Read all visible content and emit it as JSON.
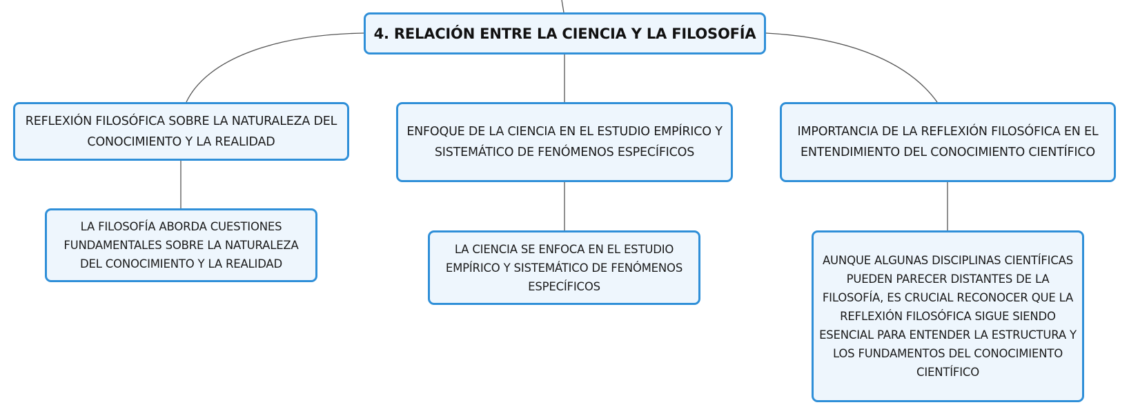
{
  "map": {
    "central_topic": "4. RELACIÓN ENTRE LA CIENCIA Y LA FILOSOFÍA",
    "topics": [
      {
        "label": "REFLEXIÓN FILOSÓFICA SOBRE LA NATURALEZA DEL CONOCIMIENTO Y LA REALIDAD",
        "subtopic": "LA FILOSOFÍA ABORDA CUESTIONES FUNDAMENTALES SOBRE LA NATURALEZA DEL CONOCIMIENTO Y LA REALIDAD"
      },
      {
        "label": "ENFOQUE DE LA CIENCIA EN EL ESTUDIO EMPÍRICO Y SISTEMÁTICO DE FENÓMENOS ESPECÍFICOS",
        "subtopic": "LA CIENCIA SE ENFOCA EN EL ESTUDIO EMPÍRICO Y SISTEMÁTICO DE FENÓMENOS ESPECÍFICOS"
      },
      {
        "label": "IMPORTANCIA DE LA REFLEXIÓN FILOSÓFICA EN EL ENTENDIMIENTO DEL CONOCIMIENTO CIENTÍFICO",
        "subtopic": "AUNQUE ALGUNAS DISCIPLINAS CIENTÍFICAS PUEDEN PARECER DISTANTES DE LA FILOSOFÍA, ES CRUCIAL RECONOCER QUE LA REFLEXIÓN FILOSÓFICA SIGUE SIENDO ESENCIAL PARA ENTENDER LA ESTRUCTURA Y LOS FUNDAMENTOS DEL CONOCIMIENTO CIENTÍFICO"
      }
    ]
  },
  "colors": {
    "node_border": "#2f8fd8",
    "node_fill": "#eef6fd",
    "connector": "#555555"
  }
}
